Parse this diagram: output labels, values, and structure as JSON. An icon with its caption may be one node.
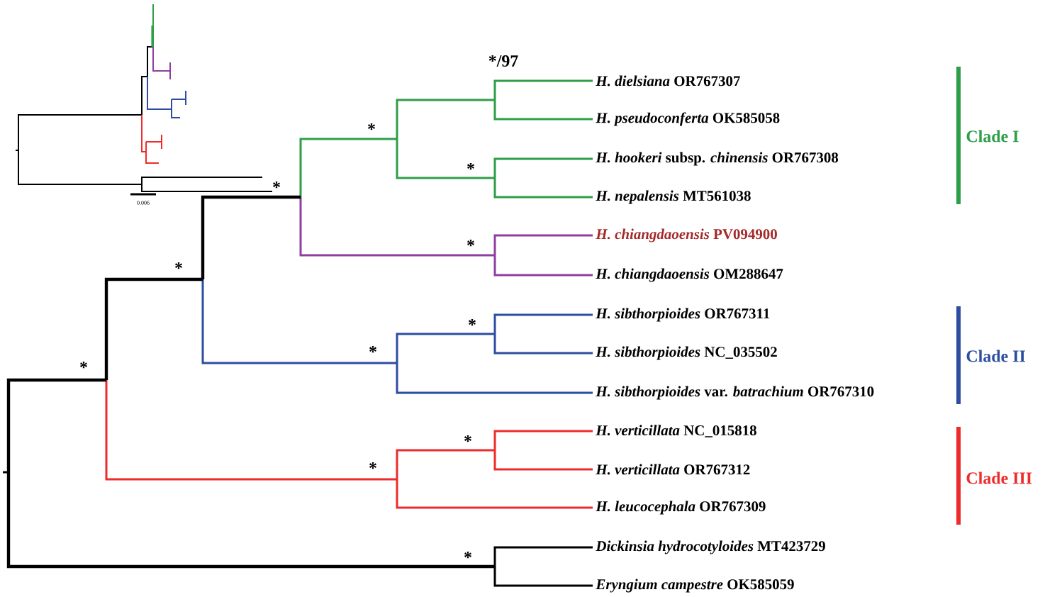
{
  "diagram": {
    "labels": [
      "*/97",
      "*",
      "*",
      "*",
      "*",
      "*",
      "*",
      "*",
      "*",
      "*",
      "*",
      "*",
      "*H. dielsiana* OR767307",
      "*H. pseudoconferta* OK585058",
      "*H. hookeri* subsp. *chinensis* OR767308",
      "*H. nepalensis* MT561038",
      "*H. chiangdaoensis* PV094900",
      "*H. chiangdaoensis* OM288647",
      "*H. sibthorpioides* OR767311",
      "*H. sibthorpioides* NC_035502",
      "*H. sibthorpioides* var. *batrachium* OR767310",
      "*H. verticillata* NC_015818",
      "*H. verticillata* OR767312",
      "*H. leucocephala* OR767309",
      "*Dickinsia hydrocotyloides* MT423729",
      "*Eryngium campestre* OK585059",
      "Clade I",
      "Clade II",
      "Clade III",
      "0.006"
    ]
  }
}
